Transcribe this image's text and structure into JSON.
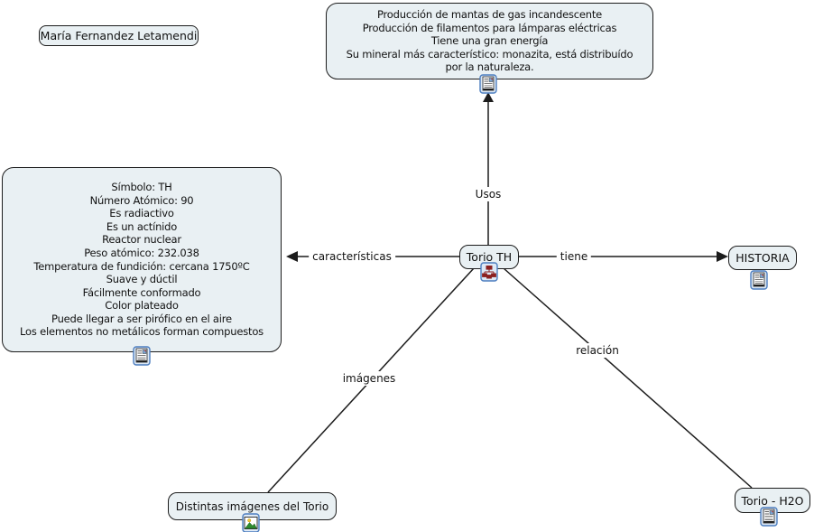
{
  "author": {
    "label": "María Fernandez Letamendi"
  },
  "nodes": {
    "usos_detail": {
      "text": "Producción de mantas de gas incandescente\nProducción de filamentos para lámparas eléctricas\nTiene una gran energía\nSu mineral más característico: monazita, está distribuído\npor la naturaleza."
    },
    "caracteristicas_detail": {
      "text": "Símbolo: TH\nNúmero Atómico: 90\nEs radiactivo\nEs un actínido\nReactor nuclear\nPeso atómico: 232.038\nTemperatura de fundición: cercana 1750ºC\nSuave y dúctil\nFácilmente conformado\nColor plateado\nPuede llegar a ser pirófico en el aire\nLos elementos no metálicos forman compuestos"
    },
    "root": {
      "label": "Torio TH"
    },
    "historia": {
      "label": "HISTORIA"
    },
    "imagenes_node": {
      "label": "Distintas imágenes del Torio"
    },
    "torio_h2o": {
      "label": "Torio - H2O"
    }
  },
  "links": {
    "usos": "Usos",
    "caracteristicas": "características",
    "tiene": "tiene",
    "imagenes": "imágenes",
    "relacion": "relación"
  },
  "icons": {
    "document": "document-resource-icon",
    "image": "image-resource-icon",
    "cmap": "linked-cmap-icon"
  },
  "colors": {
    "node_fill": "#e9f0f3",
    "node_border": "#1c1c1c",
    "line": "#1c1c1c",
    "icon_frame": "#4d7ebf",
    "icon_fill": "#dde9f6",
    "cmap_glyph": "#8b2020",
    "mountain_green": "#2e8b2e",
    "sun_yellow": "#f2c832"
  }
}
